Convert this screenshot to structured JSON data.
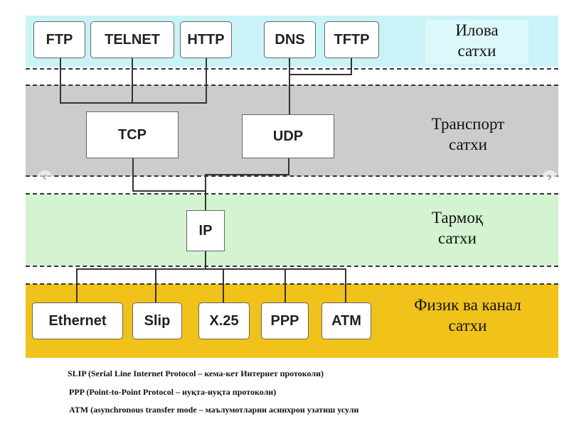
{
  "colors": {
    "application_band": "#c9f3f7",
    "application_label_bg": "#dcf8fb",
    "transport_band": "#cccccc",
    "network_band": "#d3f3d1",
    "physical_band": "#f0c21a"
  },
  "layers": {
    "application": {
      "label_line1": "Илова",
      "label_line2": "сатхи",
      "protocols": [
        "FTP",
        "TELNET",
        "HTTP",
        "DNS",
        "TFTP"
      ]
    },
    "transport": {
      "label_line1": "Транспорт",
      "label_line2": "сатхи",
      "protocols": [
        "TCP",
        "UDP"
      ]
    },
    "network": {
      "label_line1": "Тармоқ",
      "label_line2": "сатхи",
      "protocols": [
        "IP"
      ]
    },
    "physical": {
      "label_line1": "Физик ва канал",
      "label_line2": "сатхи",
      "protocols": [
        "Ethernet",
        "Slip",
        "X.25",
        "PPP",
        "ATM"
      ]
    }
  },
  "notes": [
    "SLIP (Serial Line Internet Protocol – кема-кет Интернет протоколи)",
    "PPP (Point-to-Point Protocol – нуқта-нуқта протоколи)",
    "ATM (asynchronous transfer mode – маълумотларни асинхрон узатиш усули"
  ],
  "navigation": {
    "prev_icon": "chevron-left-icon",
    "next_icon": "chevron-right-icon",
    "prev_glyph": "‹",
    "next_glyph": "›"
  }
}
